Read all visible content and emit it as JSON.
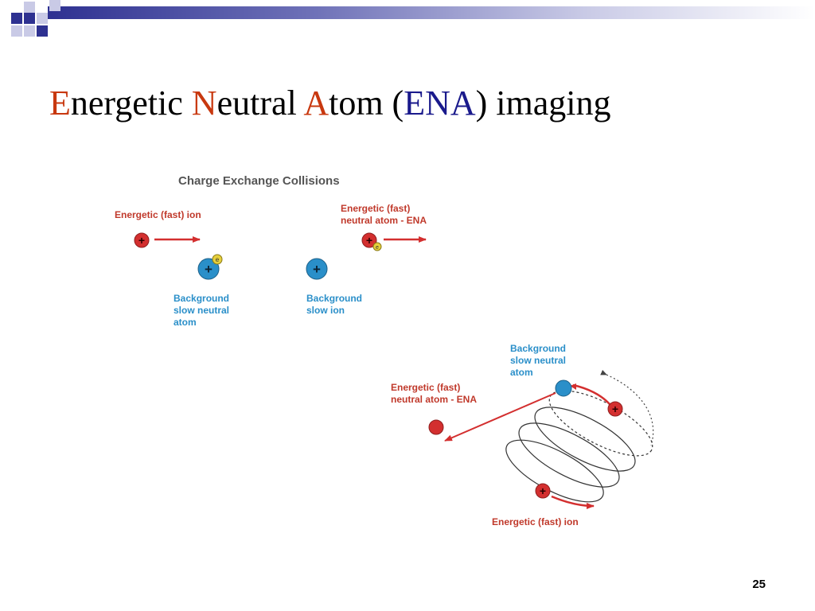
{
  "title": {
    "part1_cap": "E",
    "part1_rest": "nergetic ",
    "part2_cap": "N",
    "part2_rest": "eutral ",
    "part3_cap": "A",
    "part3_rest": "tom (",
    "acronym": "ENA",
    "tail": ") imaging"
  },
  "diagram": {
    "heading": "Charge Exchange Collisions",
    "ion_symbol": "+",
    "electron_symbol": "e",
    "left": {
      "fast_ion": "Energetic (fast) ion",
      "bg_atom": [
        "Background",
        "slow neutral",
        "atom"
      ]
    },
    "right": {
      "ena": [
        "Energetic (fast)",
        "neutral atom - ENA"
      ],
      "bg_ion": [
        "Background",
        "slow ion"
      ]
    },
    "bottom": {
      "bg_atom": [
        "Background",
        "slow neutral",
        "atom"
      ],
      "ena": [
        "Energetic (fast)",
        "neutral atom - ENA"
      ],
      "fast_ion": "Energetic (fast) ion"
    }
  },
  "colors": {
    "ion_red": "#d32f2f",
    "neutral_blue": "#2a8fc9",
    "electron_yellow": "#e6d03c",
    "title_red": "#c8380f",
    "title_blue": "#1a1a8c"
  },
  "page_number": "25"
}
